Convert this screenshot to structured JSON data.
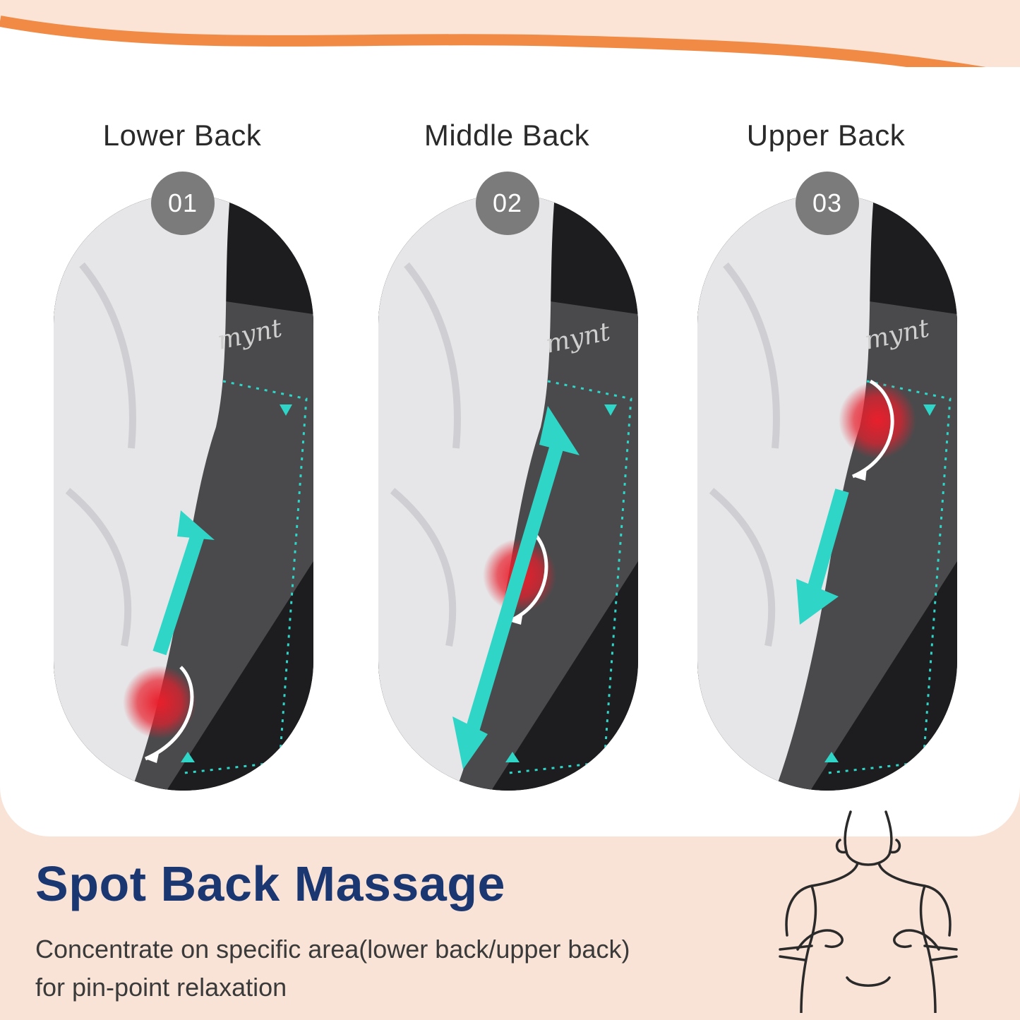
{
  "colors": {
    "background": "#f9e3d6",
    "wave": "#f08a45",
    "headline": "#1b3772",
    "badge": "#7b7b7b",
    "arrow": "#2fd6c8",
    "heat": "#e81f2c"
  },
  "columns": [
    {
      "title": "Lower Back",
      "number": "01",
      "brand": "mynt"
    },
    {
      "title": "Middle Back",
      "number": "02",
      "brand": "mynt"
    },
    {
      "title": "Upper Back",
      "number": "03",
      "brand": "mynt"
    }
  ],
  "headline": "Spot Back Massage",
  "description_lines": [
    "Concentrate on specific area(lower back/upper back)",
    "for pin-point relaxation"
  ],
  "icons": {
    "illustration": "shoulder-massage-line-icon",
    "arrow": "double-arrow-icon",
    "heat_spot": "red-heat-spot"
  }
}
